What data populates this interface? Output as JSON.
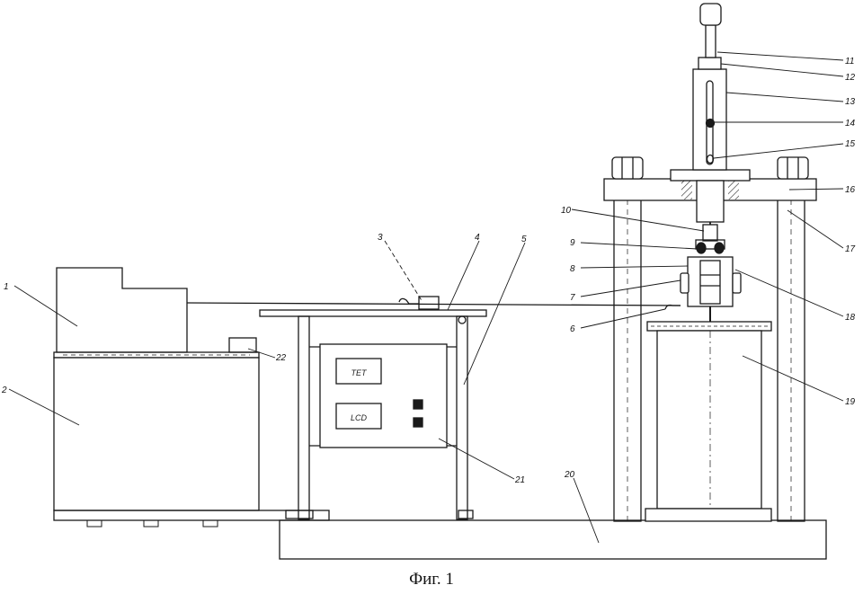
{
  "caption": "Фиг. 1",
  "panel_labels": {
    "upper": "ТЕТ",
    "lower": "LCD"
  },
  "callouts": [
    {
      "id": "1",
      "label": "1"
    },
    {
      "id": "2",
      "label": "2"
    },
    {
      "id": "3",
      "label": "3"
    },
    {
      "id": "4",
      "label": "4"
    },
    {
      "id": "5",
      "label": "5"
    },
    {
      "id": "6",
      "label": "6"
    },
    {
      "id": "7",
      "label": "7"
    },
    {
      "id": "8",
      "label": "8"
    },
    {
      "id": "9",
      "label": "9"
    },
    {
      "id": "10",
      "label": "10"
    },
    {
      "id": "11",
      "label": "11"
    },
    {
      "id": "12",
      "label": "12"
    },
    {
      "id": "13",
      "label": "13"
    },
    {
      "id": "14",
      "label": "14"
    },
    {
      "id": "15",
      "label": "15"
    },
    {
      "id": "16",
      "label": "16"
    },
    {
      "id": "17",
      "label": "17"
    },
    {
      "id": "18",
      "label": "18"
    },
    {
      "id": "19",
      "label": "19"
    },
    {
      "id": "20",
      "label": "20"
    },
    {
      "id": "21",
      "label": "21"
    },
    {
      "id": "22",
      "label": "22"
    }
  ]
}
